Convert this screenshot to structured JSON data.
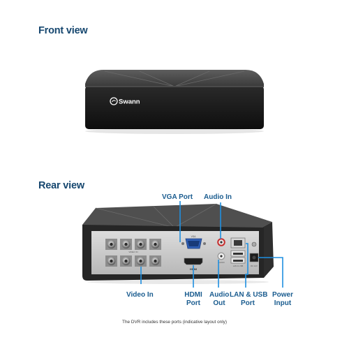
{
  "front_view": {
    "title": "Front view",
    "brand": "Swann"
  },
  "rear_view": {
    "title": "Rear view",
    "panel_marks": {
      "vga": "VGA",
      "video": "VIDEO IN",
      "audio": "AUDIO",
      "lan_usb": "LAN & USB",
      "power": "DC 12V"
    },
    "callouts": {
      "vga_port": "VGA Port",
      "audio_in": "Audio In",
      "video_in": "Video In",
      "hdmi_port": [
        "HDMI",
        "Port"
      ],
      "audio_out": [
        "Audio",
        "Out"
      ],
      "lan_usb_port": [
        "LAN & USB",
        "Port"
      ],
      "power_input": [
        "Power",
        "Input"
      ]
    }
  },
  "caption": "The DVR includes these ports (indicative layout only)",
  "colors": {
    "heading": "#16476f",
    "callout": "#1a5c8f",
    "leader": "#1f8fe0",
    "body": "#2b2b2b"
  }
}
